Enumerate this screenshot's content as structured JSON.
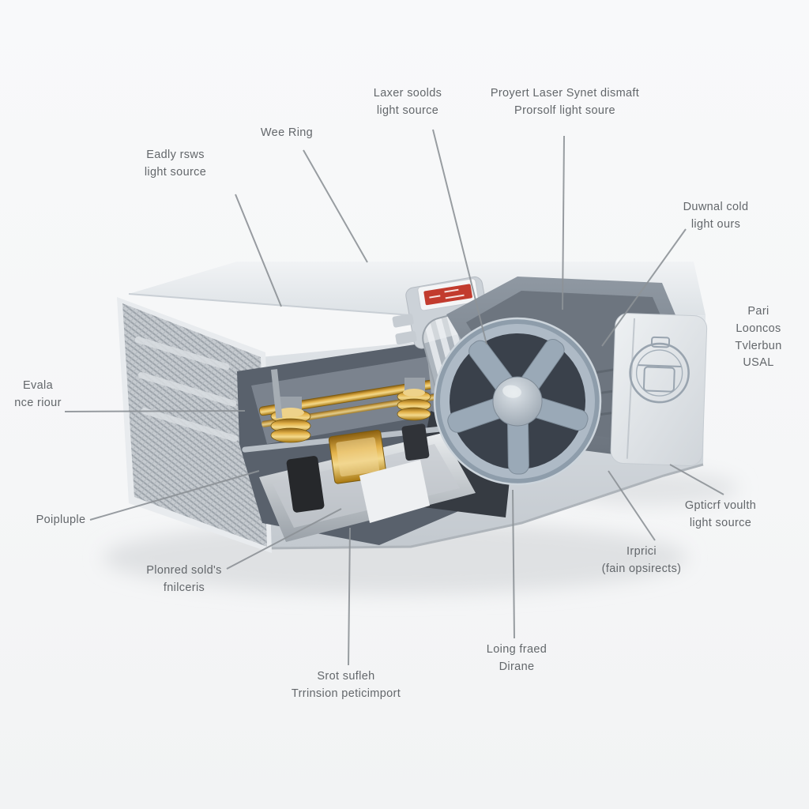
{
  "figure": {
    "kind": "projector-cutaway-diagram"
  },
  "colors": {
    "background": "#f7f7f8",
    "body_light": "#eef1f3",
    "body_mid": "#d9dee3",
    "body_dark": "#b9bfc6",
    "grille": "#c2c8cd",
    "interior_dark": "#5c636d",
    "brass": "#c9962f",
    "brass_light": "#eed28a",
    "fan_rim": "#9fadbb",
    "fan_face": "#aebac6",
    "fan_dark": "#3a414b",
    "spoke": "#9aa9b7",
    "sticker_red": "#c23b2e",
    "leader_line": "#8d9297",
    "label_text": "#63676b"
  },
  "labels": {
    "early_light": {
      "text": "Eadly rsws\nlight source"
    },
    "wee_ring": {
      "text": "Wee Ring"
    },
    "laser_soolds": {
      "text": "Laxer soolds\nlight source"
    },
    "proyert": {
      "text": "Proyert Laser Synet dismaft\nProrsolf light soure"
    },
    "duwnal": {
      "text": "Duwnal cold\nlight ours"
    },
    "pari": {
      "text": "Pari\nLooncos\nTvlerbun USAL"
    },
    "evala": {
      "text": "Evala\nnce riour"
    },
    "poipluple": {
      "text": "Poipluple"
    },
    "plonred": {
      "text": "Plonred sold's\nfnilceris"
    },
    "srot": {
      "text": "Srot sufleh\nTrrinsion peticimport"
    },
    "loing": {
      "text": "Loing fraed\nDirane"
    },
    "irprici": {
      "text": "Irprici\n(fain opsirects)"
    },
    "gpticrf": {
      "text": "Gpticrf voulth\nlight source"
    }
  }
}
